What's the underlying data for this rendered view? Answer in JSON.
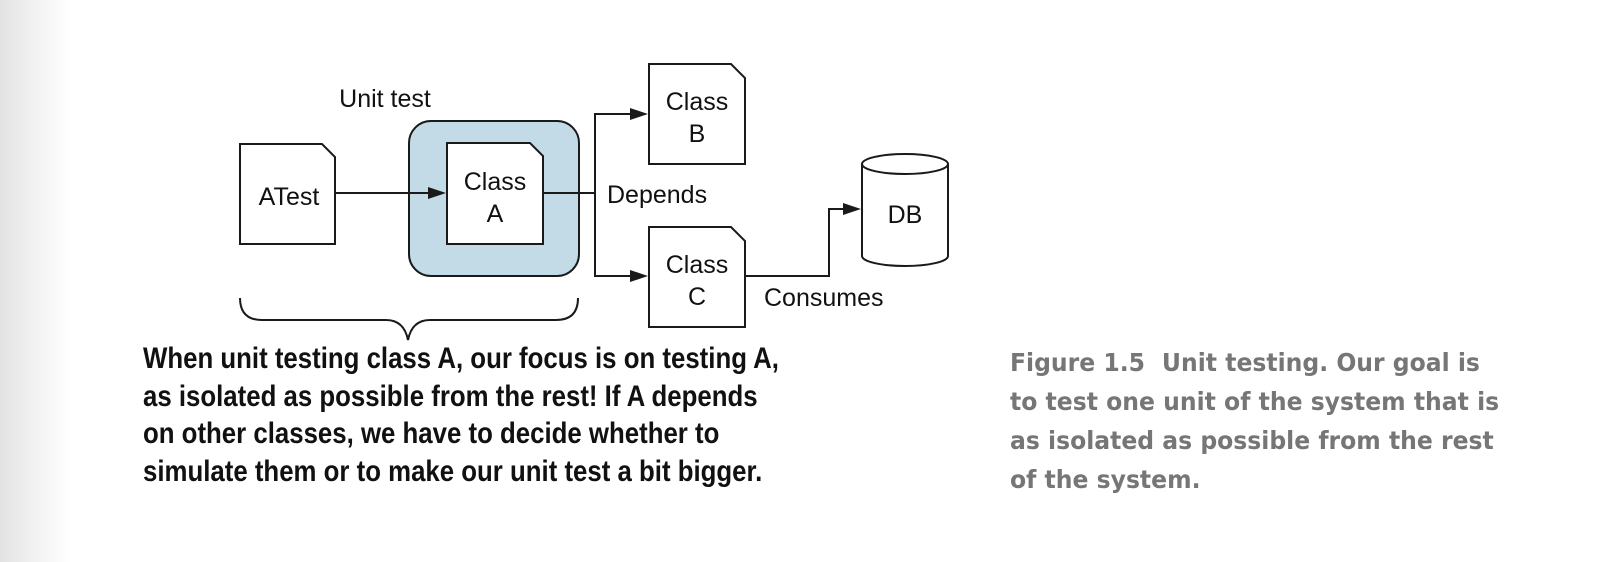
{
  "diagram": {
    "unit_test_label": "Unit test",
    "atest_label": "ATest",
    "class_a": [
      "Class",
      "A"
    ],
    "class_b": [
      "Class",
      "B"
    ],
    "class_c": [
      "Class",
      "C"
    ],
    "db_label": "DB",
    "depends_label": "Depends",
    "consumes_label": "Consumes",
    "highlight_color": "#c2dbe7"
  },
  "annotation": {
    "lines": [
      "When unit testing class A, our focus is on testing A,",
      "as isolated as possible from the rest! If A depends",
      "on other classes, we have to decide whether to",
      "simulate them or to make our unit test a bit bigger."
    ]
  },
  "figure_caption": {
    "number": "Figure 1.5",
    "lines": [
      "Unit testing. Our goal is",
      "to test one unit of the system that is",
      "as isolated as possible from the rest",
      "of the system."
    ]
  }
}
